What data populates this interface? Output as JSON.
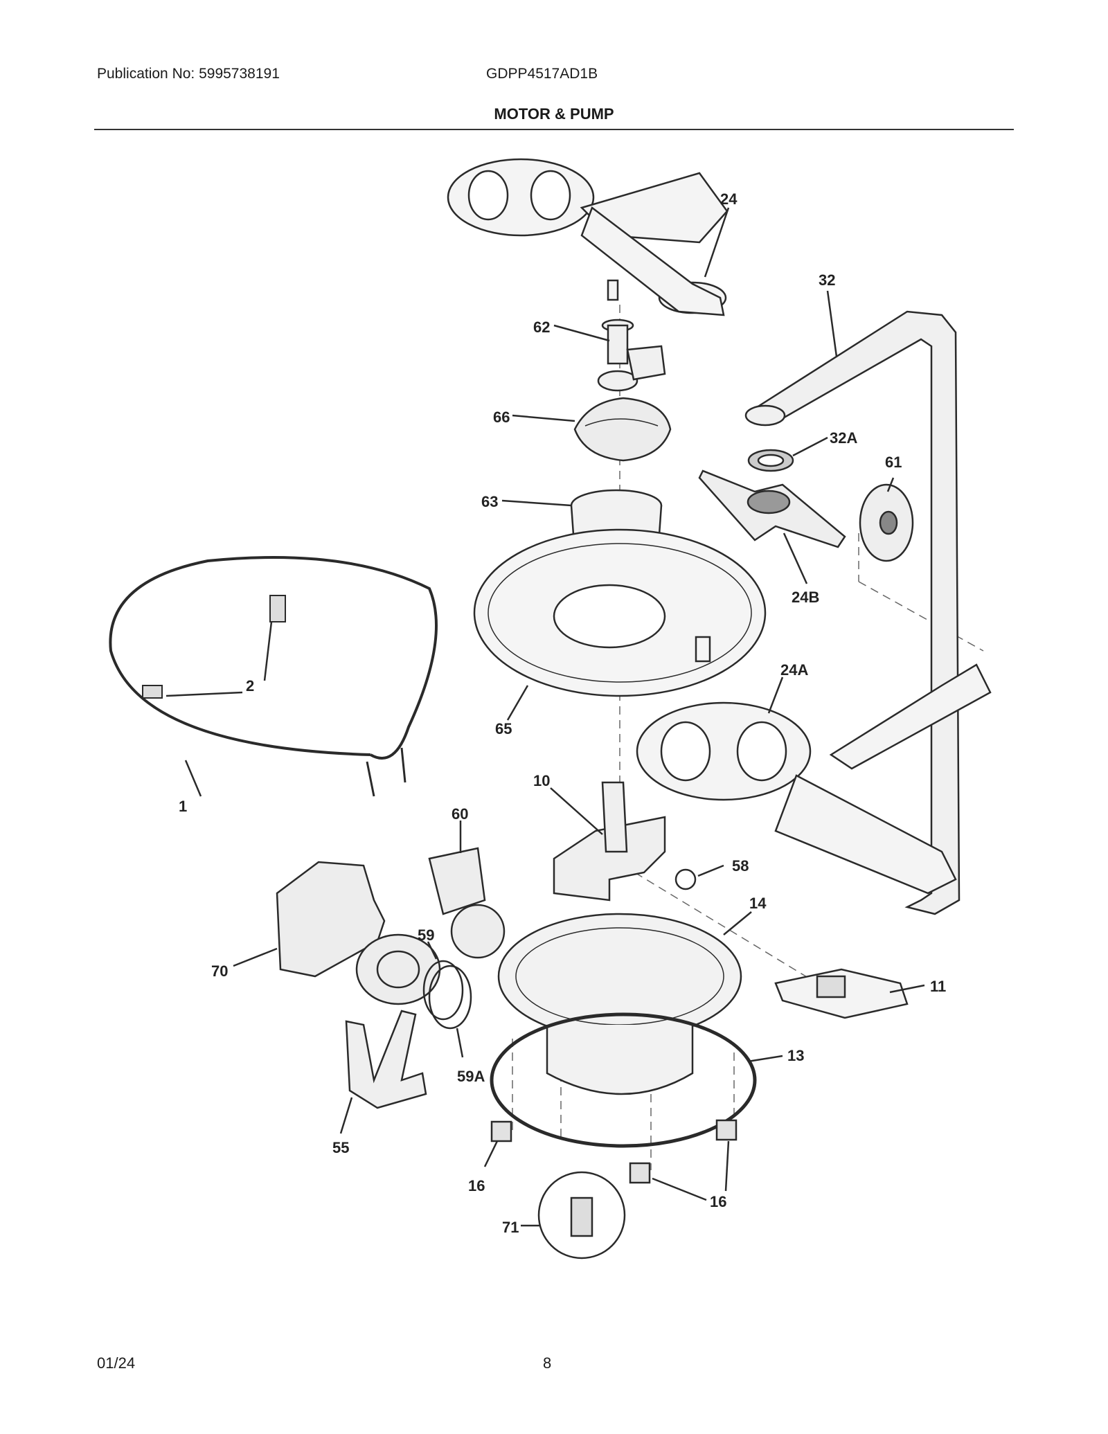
{
  "header": {
    "publication": "Publication No: 5995738191",
    "model": "GDPP4517AD1B",
    "section_title": "MOTOR & PUMP"
  },
  "parts": [
    {
      "label": "24"
    },
    {
      "label": "32"
    },
    {
      "label": "62"
    },
    {
      "label": "66"
    },
    {
      "label": "32A"
    },
    {
      "label": "61"
    },
    {
      "label": "63"
    },
    {
      "label": "24B"
    },
    {
      "label": "2"
    },
    {
      "label": "24A"
    },
    {
      "label": "65"
    },
    {
      "label": "1"
    },
    {
      "label": "10"
    },
    {
      "label": "60"
    },
    {
      "label": "58"
    },
    {
      "label": "14"
    },
    {
      "label": "59"
    },
    {
      "label": "70"
    },
    {
      "label": "11"
    },
    {
      "label": "13"
    },
    {
      "label": "59A"
    },
    {
      "label": "55"
    },
    {
      "label": "16"
    },
    {
      "label": "16"
    },
    {
      "label": "71"
    }
  ],
  "footer": {
    "date": "01/24",
    "page": "8"
  }
}
